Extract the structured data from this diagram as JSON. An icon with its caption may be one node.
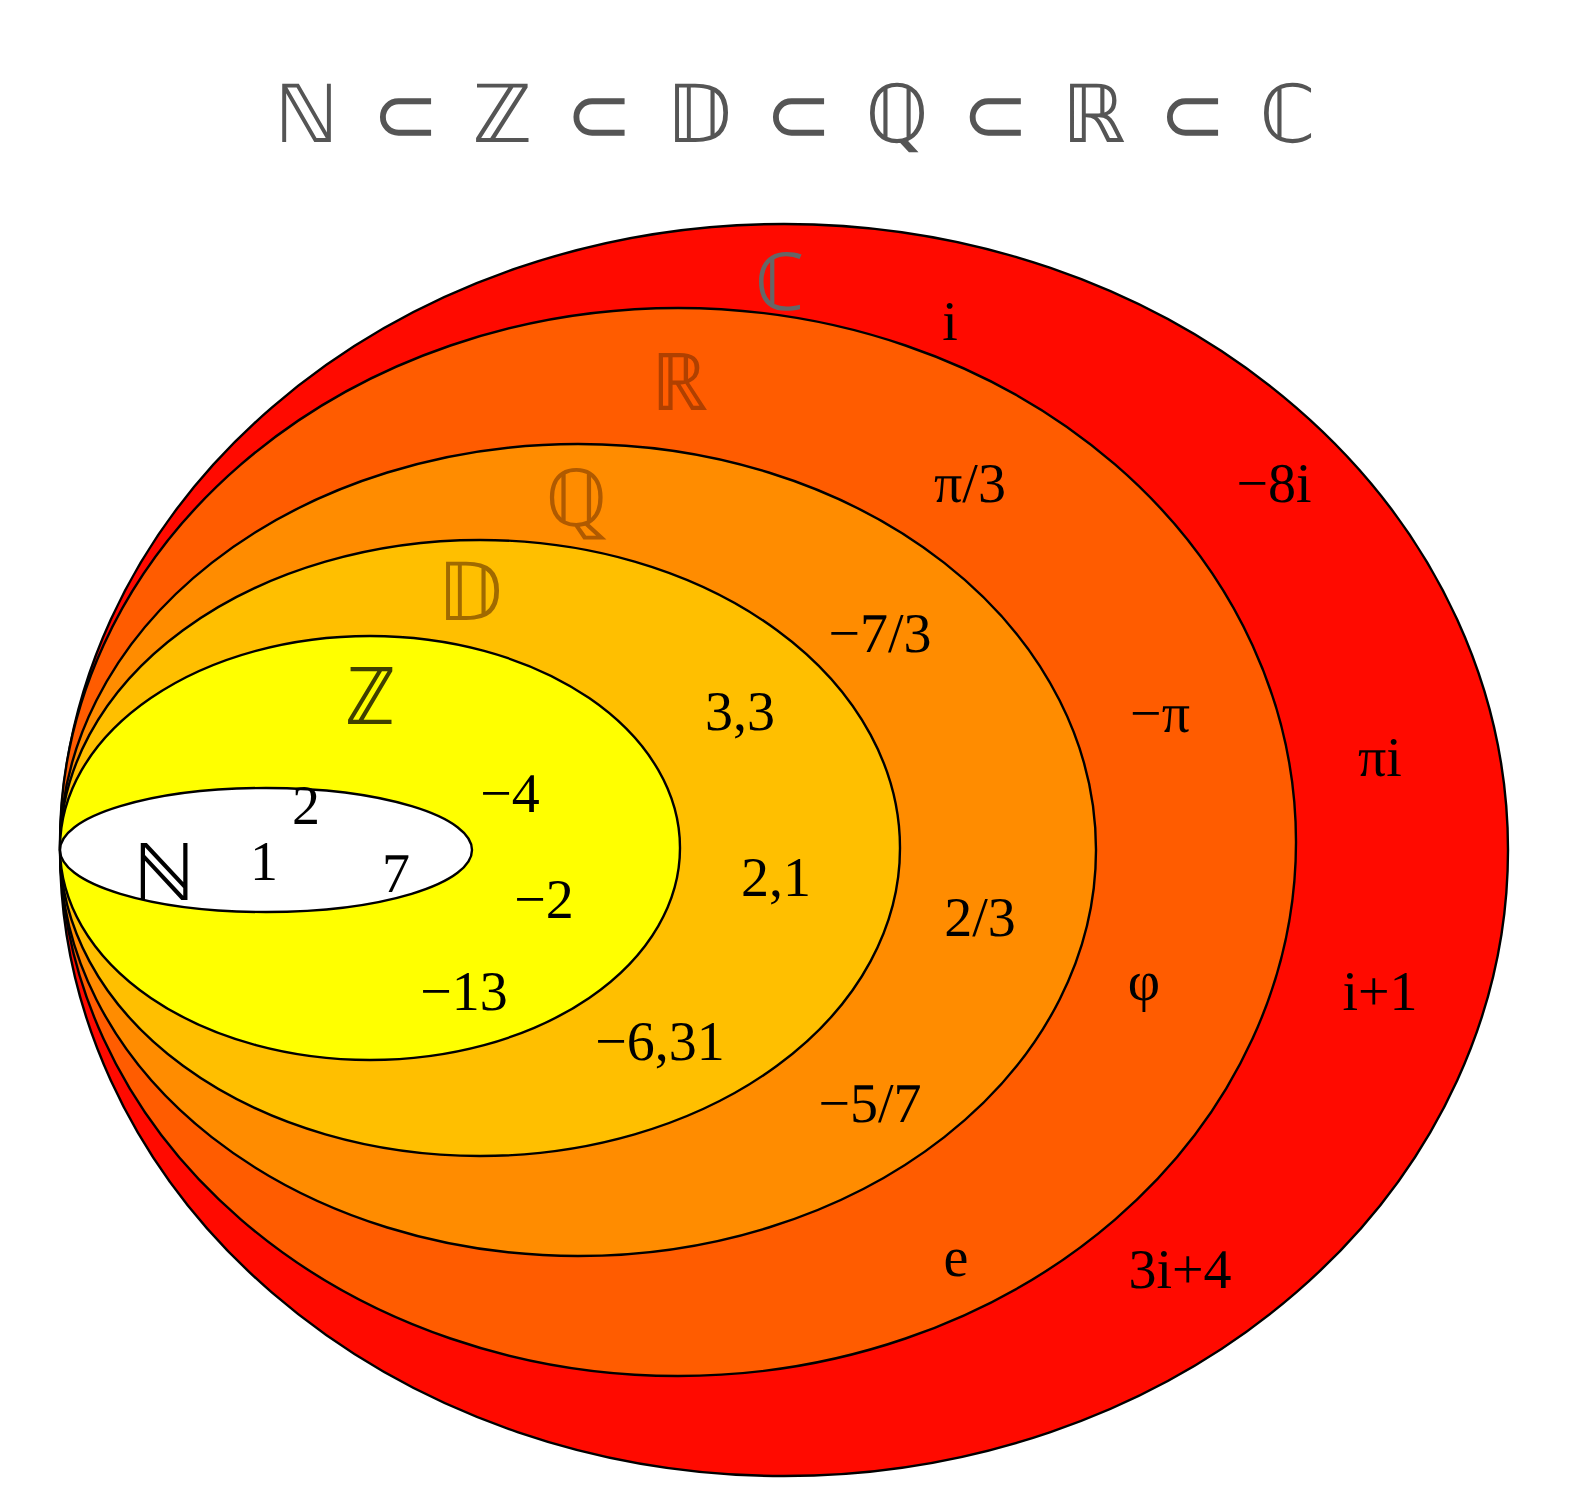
{
  "diagram": {
    "title": "ℕ ⊂ ℤ ⊂ 𝔻 ⊂ ℚ ⊂ ℝ ⊂ ℂ",
    "nodes": [
      {
        "text": [
          "ℂ",
          "i",
          "−8i",
          "πi",
          "i+1",
          "3i+4"
        ]
      },
      {
        "text": [
          "ℝ",
          "π/3",
          "−π",
          "φ",
          "e"
        ],
        "in": 0
      },
      {
        "text": [
          "ℚ",
          "−7/3",
          "2/3",
          "−5/7"
        ],
        "in": 1
      },
      {
        "text": [
          "𝔻",
          "3,3",
          "2,1",
          "−6,31"
        ],
        "in": 2
      },
      {
        "text": [
          "ℤ",
          "−4",
          "−2",
          "−13"
        ],
        "in": 3
      },
      {
        "text": [
          "ℕ",
          "1",
          "2",
          "7"
        ],
        "in": 4
      }
    ]
  }
}
